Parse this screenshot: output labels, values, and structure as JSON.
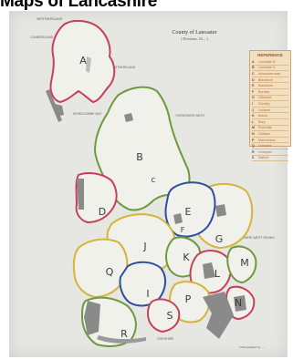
{
  "page": {
    "title": "Maps of Lancashire"
  },
  "map": {
    "title": "County of Lancaster",
    "subtitle": "( Divisions, 18— )",
    "divisions": [
      "A",
      "B",
      "C",
      "D",
      "E",
      "F",
      "G",
      "I",
      "J",
      "K",
      "L",
      "M",
      "N",
      "P",
      "Q",
      "R",
      "S"
    ],
    "places": {
      "westmorland_top": "WESTMORLAND",
      "cumberland": "CUMBERLAND",
      "westmorland_side": "WESTMORLAND",
      "morecambe_bay": "MORECAMBE BAY",
      "yorkshire_west": "YORKSHIRE WEST",
      "west_riding": "YORKSHIRE WEST RIDING",
      "cheshire": "CHESHIRE"
    },
    "footnote": "Lithographed by …"
  },
  "reference": {
    "title": "REFERENCE",
    "rows": [
      {
        "key": "A",
        "label": "Lonsdale N."
      },
      {
        "key": "B",
        "label": "Lonsdale S."
      },
      {
        "key": "C",
        "label": "Amounderness"
      },
      {
        "key": "D",
        "label": "Blackburn"
      },
      {
        "key": "E",
        "label": "Blackburn"
      },
      {
        "key": "F",
        "label": "Burnley"
      },
      {
        "key": "G",
        "label": "Clitheroe"
      },
      {
        "key": "I",
        "label": "Chorley"
      },
      {
        "key": "J",
        "label": "Leyland"
      },
      {
        "key": "K",
        "label": "Bolton"
      },
      {
        "key": "L",
        "label": "Bury"
      },
      {
        "key": "M",
        "label": "Rochdale"
      },
      {
        "key": "N",
        "label": "Oldham"
      },
      {
        "key": "P",
        "label": "Manchester"
      },
      {
        "key": "Q",
        "label": "Ormskirk"
      },
      {
        "key": "R",
        "label": "Liverpool"
      },
      {
        "key": "S",
        "label": "Salford"
      }
    ]
  },
  "colors": {
    "red": "#c8405a",
    "green": "#6e9a3e",
    "blue": "#2f4f9f",
    "yellow": "#d6b43a",
    "land": "#f1f1ec",
    "urban": "#8a8a8a",
    "sheet": "#e6e6e2"
  }
}
